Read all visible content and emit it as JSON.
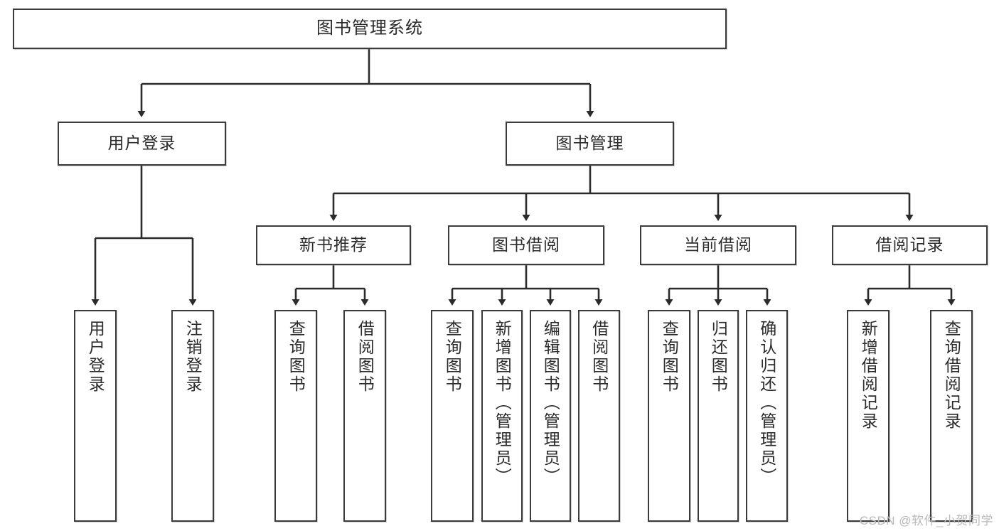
{
  "diagram": {
    "title_node": {
      "label": "图书管理系统"
    },
    "level2": [
      {
        "id": "user-login",
        "label": "用户登录"
      },
      {
        "id": "book-manage",
        "label": "图书管理"
      }
    ],
    "level3": [
      {
        "id": "new-book-recommend",
        "label": "新书推荐"
      },
      {
        "id": "book-borrow",
        "label": "图书借阅"
      },
      {
        "id": "current-borrow",
        "label": "当前借阅"
      },
      {
        "id": "borrow-record",
        "label": "借阅记录"
      }
    ],
    "leaves": {
      "user_login": [
        {
          "id": "leaf-user-login",
          "label": "用户登录"
        },
        {
          "id": "leaf-logout-login",
          "label": "注销登录"
        }
      ],
      "new_book_recommend": [
        {
          "id": "leaf-query-book-1",
          "label": "查询图书"
        },
        {
          "id": "leaf-borrow-book-1",
          "label": "借阅图书"
        }
      ],
      "book_borrow": [
        {
          "id": "leaf-query-book-2",
          "label": "查询图书"
        },
        {
          "id": "leaf-add-book-admin",
          "label": "新增图书（管理员）"
        },
        {
          "id": "leaf-edit-book-admin",
          "label": "编辑图书（管理员）"
        },
        {
          "id": "leaf-borrow-book-2",
          "label": "借阅图书"
        }
      ],
      "current_borrow": [
        {
          "id": "leaf-query-book-3",
          "label": "查询图书"
        },
        {
          "id": "leaf-return-book",
          "label": "归还图书"
        },
        {
          "id": "leaf-confirm-return-admin",
          "label": "确认归还（管理员）"
        }
      ],
      "borrow_record": [
        {
          "id": "leaf-add-borrow-record",
          "label": "新增借阅记录"
        },
        {
          "id": "leaf-query-borrow-record",
          "label": "查询借阅记录"
        }
      ]
    },
    "watermark": "CSDN @软件_小贺同学",
    "colors": {
      "stroke": "#3b3b3b",
      "text": "#2b2b2b",
      "background": "#ffffff",
      "watermark": "#b9b9b9"
    }
  }
}
